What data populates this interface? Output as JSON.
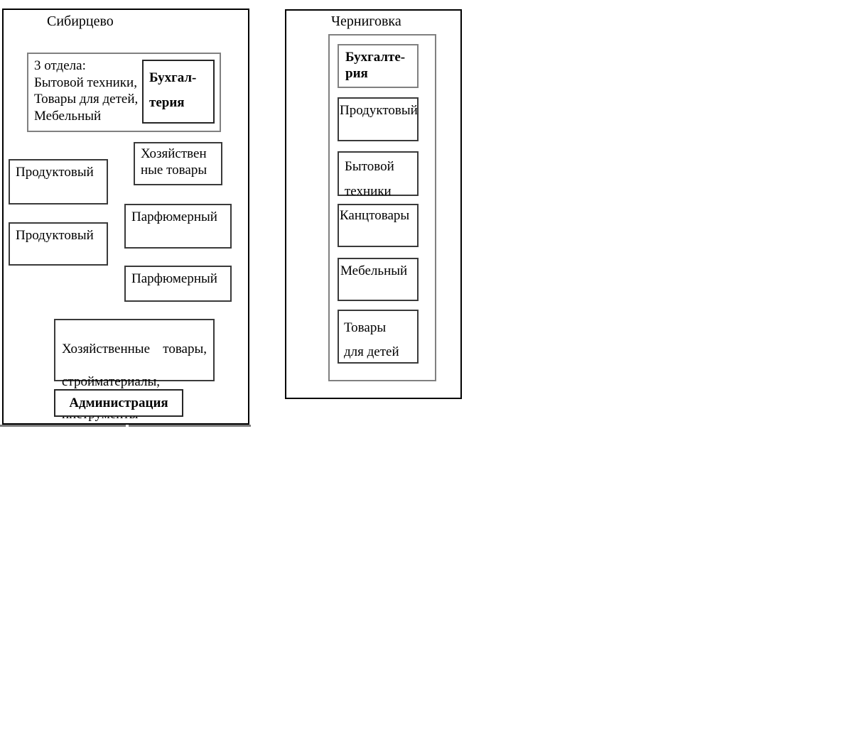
{
  "sibirtsevo": {
    "title": "Сибирцево",
    "departments_box": "3 отдела:\nБытовой техники,\nТовары для детей,\nМебельный",
    "accounting": "Бухгал-\nтерия",
    "household_goods": "Хозяйствен\nные товары",
    "grocery_1": "Продуктовый",
    "grocery_2": "Продуктовый",
    "perfume_1": "Парфюмерный",
    "perfume_2": "Парфюмерный",
    "household_building": [
      "Хозяйственные",
      "товары,",
      "стройматериалы,",
      "инструменты"
    ],
    "administration": "Администрация"
  },
  "chernigovka": {
    "title": "Черниговка",
    "accounting": "Бухгалте-\nрия",
    "grocery": "Продуктовый",
    "appliances": "Бытовой\nтехники",
    "stationery": "Канцтовары",
    "furniture": "Мебельный",
    "kids_goods": "Товары\nдля детей"
  }
}
